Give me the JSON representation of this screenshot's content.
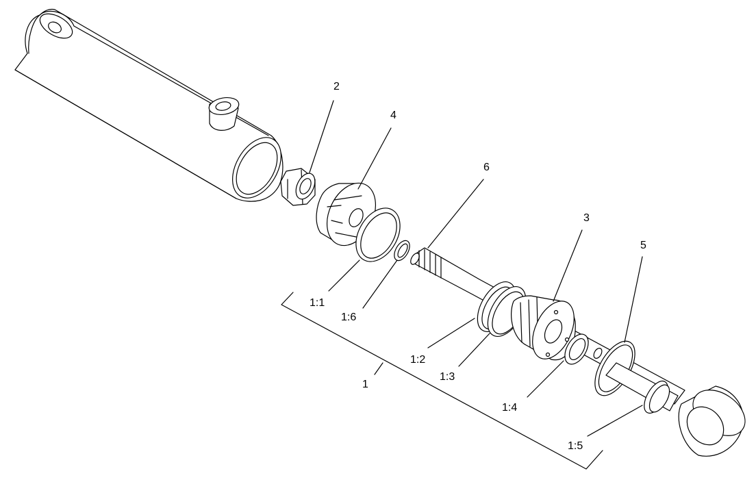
{
  "callouts": {
    "c1": "1",
    "c2": "2",
    "c3": "3",
    "c4": "4",
    "c5": "5",
    "c6": "6",
    "c1_1": "1:1",
    "c1_2": "1:2",
    "c1_3": "1:3",
    "c1_4": "1:4",
    "c1_5": "1:5",
    "c1_6": "1:6"
  },
  "colors": {
    "line": "#000000",
    "background": "#ffffff"
  }
}
